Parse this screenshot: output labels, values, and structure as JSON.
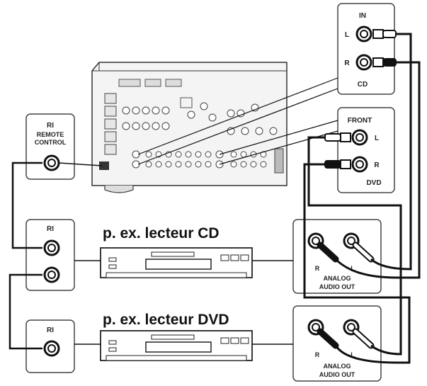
{
  "receiver_panel": {
    "ri_label": "RI",
    "remote_label_1": "REMOTE",
    "remote_label_2": "CONTROL"
  },
  "cd_input_panel": {
    "in_label": "IN",
    "l_label": "L",
    "r_label": "R",
    "cd_label": "CD"
  },
  "dvd_input_panel": {
    "front_label": "FRONT",
    "l_label": "L",
    "r_label": "R",
    "dvd_label": "DVD"
  },
  "cd_device": {
    "caption": "p. ex. lecteur CD",
    "ri_label": "RI"
  },
  "dvd_device": {
    "caption": "p. ex. lecteur DVD",
    "ri_label": "RI"
  },
  "cd_audio_out": {
    "r_label": "R",
    "l_label": "L",
    "out_line1": "ANALOG",
    "out_line2": "AUDIO OUT"
  },
  "dvd_audio_out": {
    "r_label": "R",
    "l_label": "L",
    "out_line1": "ANALOG",
    "out_line2": "AUDIO OUT"
  },
  "colors": {
    "line": "#111111",
    "panel_border": "#444444",
    "panel_fill": "#ffffff",
    "receiver_fill": "#f4f4f4"
  }
}
